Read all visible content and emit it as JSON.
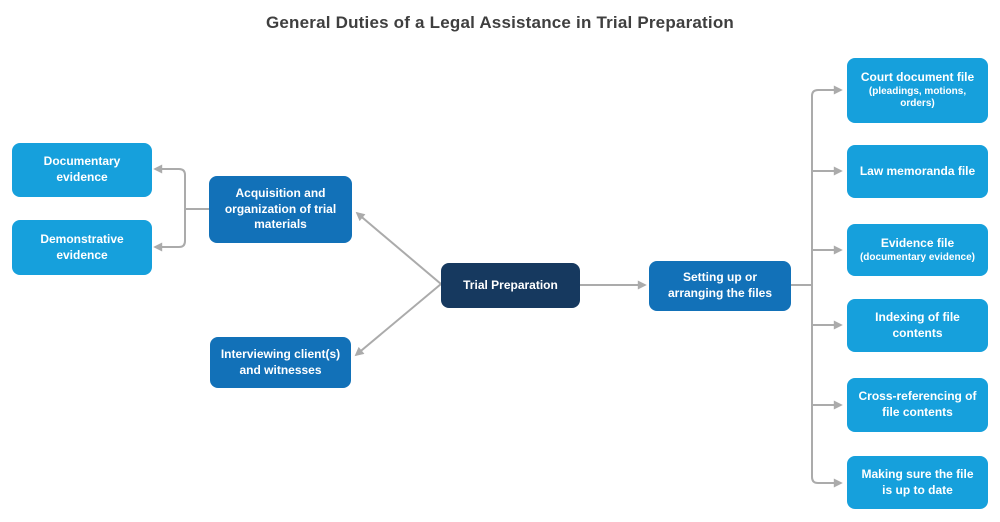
{
  "title": "General Duties of a Legal Assistance in Trial Preparation",
  "colors": {
    "light_blue": "#16a0dc",
    "medium_blue": "#1271b8",
    "dark_navy": "#16395f",
    "connector_gray": "#ababab",
    "title_gray": "#3f3f3f"
  },
  "diagram": {
    "root": {
      "label": "Trial Preparation"
    },
    "left_branch": {
      "acquisition": {
        "label": "Acquisition and organization of trial materials"
      },
      "documentary": {
        "label": "Documentary evidence"
      },
      "demonstrative": {
        "label": "Demonstrative evidence"
      },
      "interviewing": {
        "label": "Interviewing client(s) and witnesses"
      }
    },
    "right_branch": {
      "setting_up": {
        "label": "Setting up or arranging the files"
      },
      "files": [
        {
          "label": "Court document file",
          "sub": "(pleadings, motions, orders)"
        },
        {
          "label": "Law memoranda file",
          "sub": ""
        },
        {
          "label": "Evidence file",
          "sub": "(documentary evidence)"
        },
        {
          "label": "Indexing of file contents",
          "sub": ""
        },
        {
          "label": "Cross-referencing of file contents",
          "sub": ""
        },
        {
          "label": "Making sure the file is up to date",
          "sub": ""
        }
      ]
    }
  }
}
